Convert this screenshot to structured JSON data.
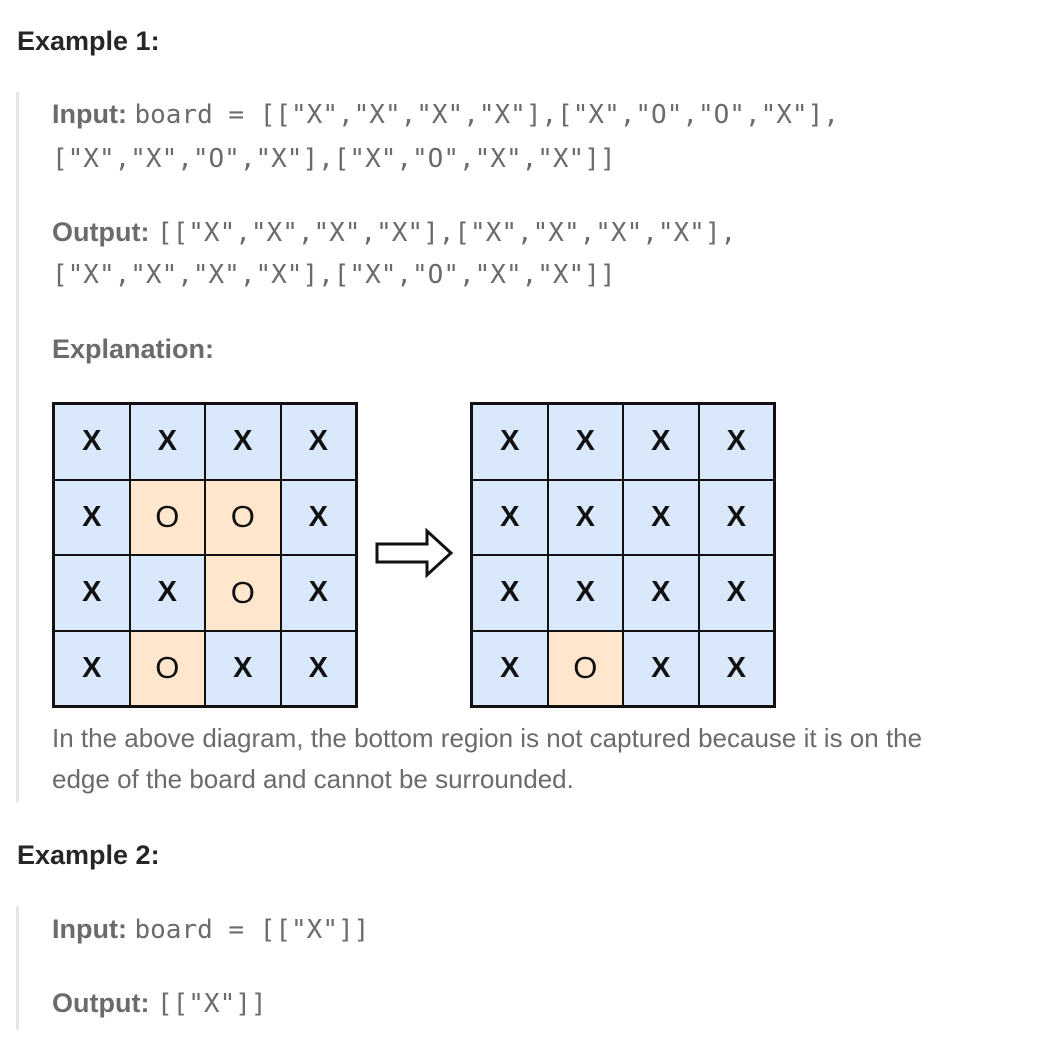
{
  "example1": {
    "heading": "Example 1:",
    "input_label": "Input:",
    "input_line1": "board = [[\"X\",\"X\",\"X\",\"X\"],[\"X\",\"O\",\"O\",\"X\"],",
    "input_line2": "[\"X\",\"X\",\"O\",\"X\"],[\"X\",\"O\",\"X\",\"X\"]]",
    "output_label": "Output:",
    "output_line1": "[[\"X\",\"X\",\"X\",\"X\"],[\"X\",\"X\",\"X\",\"X\"],",
    "output_line2": "[\"X\",\"X\",\"X\",\"X\"],[\"X\",\"O\",\"X\",\"X\"]]",
    "explanation_label": "Explanation:",
    "board_before": [
      [
        "X",
        "X",
        "X",
        "X"
      ],
      [
        "X",
        "O",
        "O",
        "X"
      ],
      [
        "X",
        "X",
        "O",
        "X"
      ],
      [
        "X",
        "O",
        "X",
        "X"
      ]
    ],
    "board_after": [
      [
        "X",
        "X",
        "X",
        "X"
      ],
      [
        "X",
        "X",
        "X",
        "X"
      ],
      [
        "X",
        "X",
        "X",
        "X"
      ],
      [
        "X",
        "O",
        "X",
        "X"
      ]
    ],
    "explanation_line1": "In the above diagram, the bottom region is not captured because it is on the",
    "explanation_line2": "edge of the board and cannot be surrounded."
  },
  "example2": {
    "heading": "Example 2:",
    "input_label": "Input:",
    "input_value": "board = [[\"X\"]]",
    "output_label": "Output:",
    "output_value": "[[\"X\"]]"
  },
  "colors": {
    "x_cell": "#dae8fc",
    "o_cell": "#ffe6cc",
    "block_border": "#e6e6e6"
  }
}
